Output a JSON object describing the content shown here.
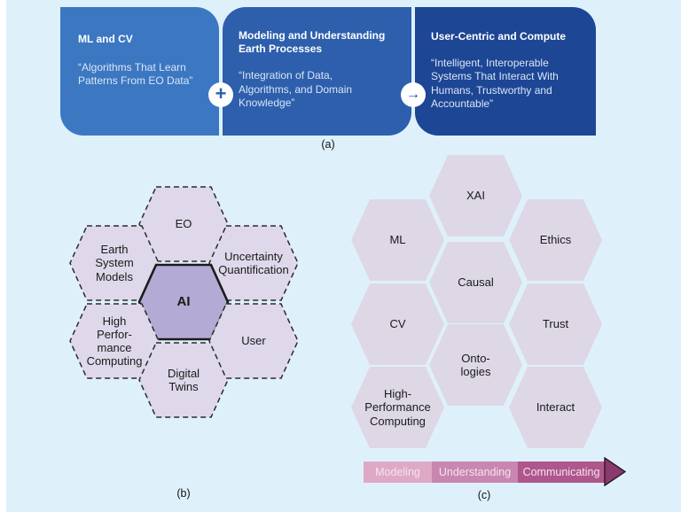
{
  "figure": {
    "panel_a_label": "(a)",
    "panel_b_label": "(b)",
    "panel_c_label": "(c)"
  },
  "panel_a": {
    "boxes": [
      {
        "title": "ML and CV",
        "quote": "“Algorithms That Learn\nPatterns From EO Data”",
        "color": "#3c77c2"
      },
      {
        "title": "Modeling and Understanding\nEarth Processes",
        "quote": "“Integration of Data,\nAlgorithms, and Domain\nKnowledge”",
        "color": "#2d5fac"
      },
      {
        "title": "User-Centric and Compute",
        "quote": "“Intelligent, Interoperable\nSystems That Interact With\nHumans, Trustworthy and\nAccountable”",
        "color": "#1d4695"
      }
    ],
    "connectors": {
      "plus": "+",
      "arrow": "→"
    }
  },
  "panel_b": {
    "center_hex": {
      "label": "AI",
      "fill": "#b3aad5",
      "border": "solid"
    },
    "hexes": [
      {
        "id": "eo",
        "label": "EO"
      },
      {
        "id": "earth-system-models",
        "label": "Earth\nSystem\nModels"
      },
      {
        "id": "uncertainty-quantification",
        "label": "Uncertainty\nQuantification"
      },
      {
        "id": "high-performance-computing",
        "label": "High\nPerfor-\nmance\nComputing"
      },
      {
        "id": "digital-twins",
        "label": "Digital\nTwins"
      },
      {
        "id": "user",
        "label": "User"
      }
    ],
    "hex_fill": "#ded8ea",
    "hex_border": "dashed"
  },
  "panel_c": {
    "hexes": [
      {
        "id": "xai",
        "label": "XAI"
      },
      {
        "id": "ml",
        "label": "ML"
      },
      {
        "id": "ethics",
        "label": "Ethics"
      },
      {
        "id": "causal",
        "label": "Causal"
      },
      {
        "id": "cv",
        "label": "CV"
      },
      {
        "id": "trust",
        "label": "Trust"
      },
      {
        "id": "ontologies",
        "label": "Onto-\nlogies"
      },
      {
        "id": "high-performance-computing",
        "label": "High-\nPerformance\nComputing"
      },
      {
        "id": "interact",
        "label": "Interact"
      }
    ],
    "hex_fill": "#ded7e6",
    "arrow_bar": {
      "segments": [
        {
          "label": "Modeling",
          "color": "#dfa9c6"
        },
        {
          "label": "Understanding",
          "color": "#c886b0"
        },
        {
          "label": "Communicating",
          "color": "#af568d"
        }
      ],
      "arrowhead_color": "#8a3a6c"
    }
  },
  "colors": {
    "background": "#def1fb",
    "box_text_body": "#d9e5f6",
    "hex_text": "#1a1a1a"
  }
}
